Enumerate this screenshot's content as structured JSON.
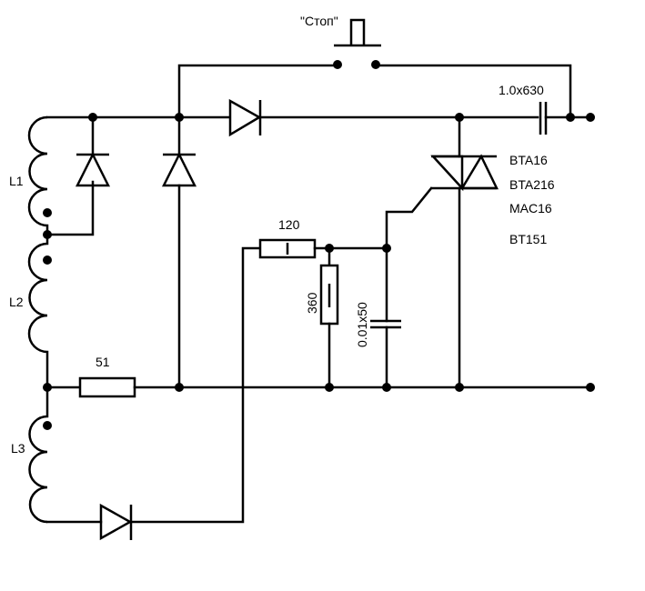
{
  "diagram": {
    "type": "electrical-schematic",
    "background": "#ffffff",
    "line_color": "#000000"
  },
  "labels": {
    "stop_button": "\"Стоп\"",
    "cap_main": "1.0x630",
    "triac_1": "BTA16",
    "triac_2": "BTA216",
    "triac_3": "MAC16",
    "triac_4": "BT151",
    "inductor_1": "L1",
    "inductor_2": "L2",
    "inductor_3": "L3",
    "resistor_gate": "120",
    "resistor_shunt": "360",
    "cap_snubber": "0.01x50",
    "resistor_51": "51"
  },
  "components": [
    {
      "id": "SB1",
      "kind": "push-button",
      "label": "\"Стоп\""
    },
    {
      "id": "C1",
      "kind": "capacitor",
      "value": "1.0x630"
    },
    {
      "id": "VS1",
      "kind": "triac",
      "options": [
        "BTA16",
        "BTA216",
        "MAC16",
        "BT151"
      ]
    },
    {
      "id": "L1",
      "kind": "inductor"
    },
    {
      "id": "L2",
      "kind": "inductor"
    },
    {
      "id": "L3",
      "kind": "inductor"
    },
    {
      "id": "R1",
      "kind": "resistor",
      "value": "120"
    },
    {
      "id": "R2",
      "kind": "resistor",
      "value": "360"
    },
    {
      "id": "C2",
      "kind": "capacitor",
      "value": "0.01x50"
    },
    {
      "id": "R3",
      "kind": "resistor",
      "value": "51"
    },
    {
      "id": "VD1",
      "kind": "diode"
    },
    {
      "id": "VD2",
      "kind": "diode"
    },
    {
      "id": "VD3",
      "kind": "diode"
    },
    {
      "id": "VD4",
      "kind": "diode"
    }
  ]
}
